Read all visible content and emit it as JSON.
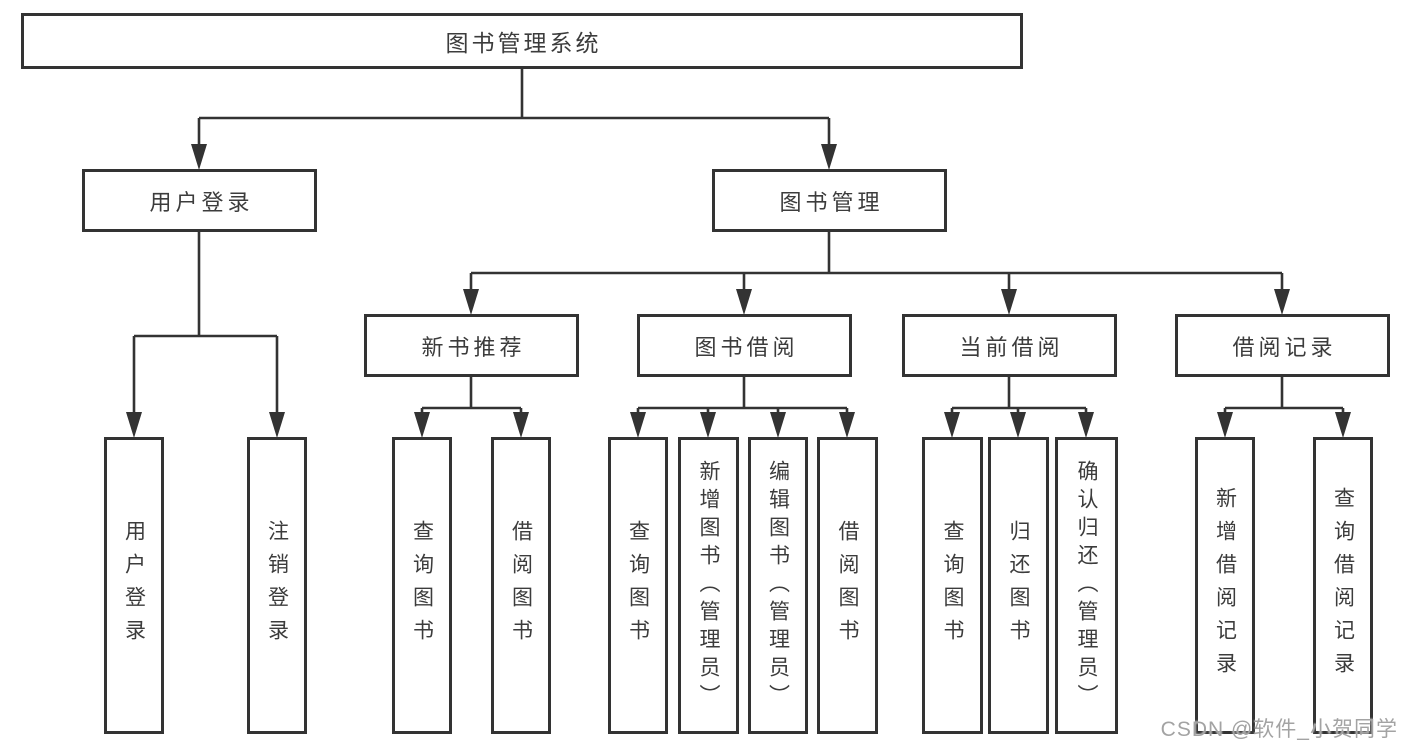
{
  "diagram": {
    "root": "图书管理系统",
    "level2": {
      "user_login": "用户登录",
      "book_management": "图书管理"
    },
    "level3": {
      "new_book_recommend": "新书推荐",
      "book_borrow": "图书借阅",
      "current_borrow": "当前借阅",
      "borrow_records": "借阅记录"
    },
    "leaves": {
      "user_login": "用户登录",
      "logout": "注销登录",
      "rec_query_books": "查询图书",
      "rec_borrow_books": "借阅图书",
      "bb_query_books": "查询图书",
      "bb_add_books": "新增图书（管理员）",
      "bb_edit_books": "编辑图书（管理员）",
      "bb_borrow_books": "借阅图书",
      "cb_query_books": "查询图书",
      "cb_return_books": "归还图书",
      "cb_confirm_return": "确认归还（管理员）",
      "br_add_record": "新增借阅记录",
      "br_query_record": "查询借阅记录"
    }
  },
  "watermark": {
    "text": "CSDN @软件_小贺同学"
  },
  "colors": {
    "line": "#333333",
    "text": "#3c3c3c",
    "watermark": "#a3a3a3",
    "background": "#ffffff"
  }
}
